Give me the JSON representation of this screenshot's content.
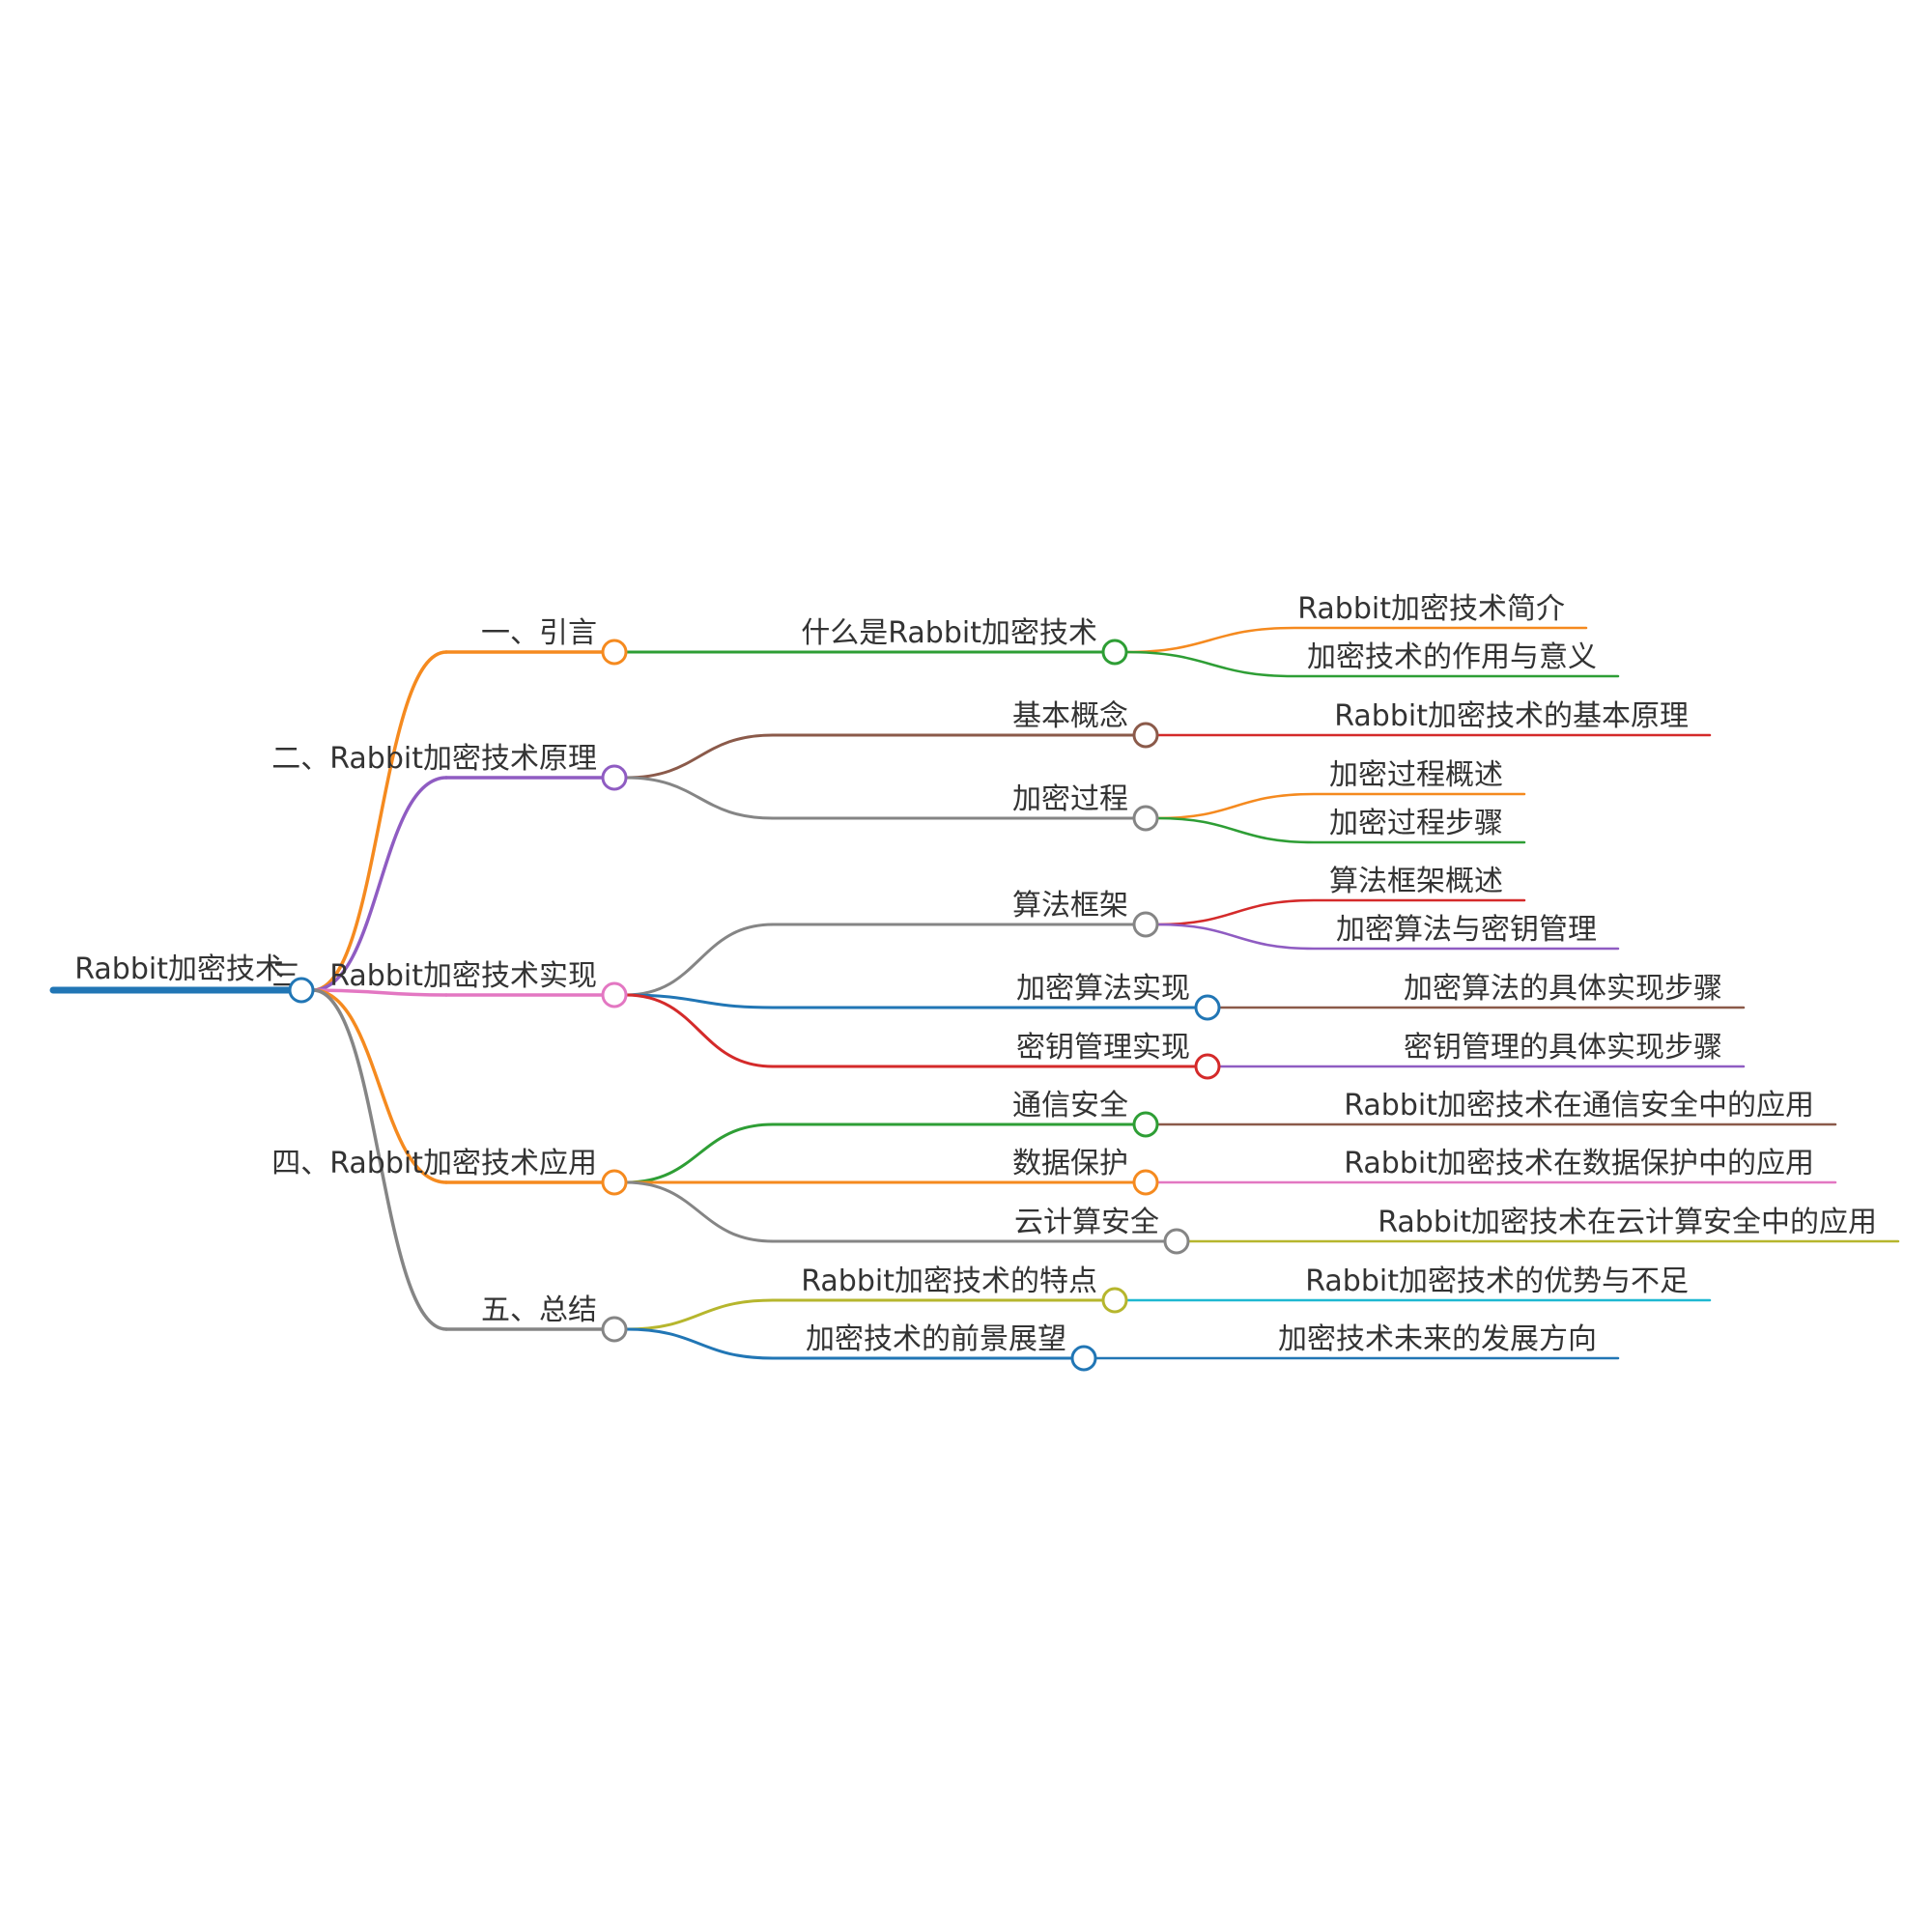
{
  "colors": {
    "orange": "#f58a1f",
    "green": "#2e9e35",
    "purple": "#8f5cc2",
    "brown": "#8b5a4a",
    "gray": "#858585",
    "red": "#d42a2a",
    "blue": "#2176b5",
    "pink": "#e377c2",
    "olive": "#b6b62d",
    "cyan": "#1fb8d1",
    "root": "#2176b5",
    "text": "#333333"
  },
  "mindmap": {
    "root": "Rabbit加密技术",
    "branches": [
      {
        "label": "一、引言",
        "color": "orange",
        "children": [
          {
            "label": "什么是Rabbit加密技术",
            "color": "green",
            "children": [
              {
                "label": "Rabbit加密技术简介",
                "color": "orange"
              },
              {
                "label": "加密技术的作用与意义",
                "color": "green"
              }
            ]
          }
        ]
      },
      {
        "label": "二、Rabbit加密技术原理",
        "color": "purple",
        "children": [
          {
            "label": "基本概念",
            "color": "brown",
            "children": [
              {
                "label": "Rabbit加密技术的基本原理",
                "color": "red"
              }
            ]
          },
          {
            "label": "加密过程",
            "color": "gray",
            "children": [
              {
                "label": "加密过程概述",
                "color": "orange"
              },
              {
                "label": "加密过程步骤",
                "color": "green"
              }
            ]
          }
        ]
      },
      {
        "label": "三、Rabbit加密技术实现",
        "color": "pink",
        "children": [
          {
            "label": "算法框架",
            "color": "gray",
            "children": [
              {
                "label": "算法框架概述",
                "color": "red"
              },
              {
                "label": "加密算法与密钥管理",
                "color": "purple"
              }
            ]
          },
          {
            "label": "加密算法实现",
            "color": "blue",
            "children": [
              {
                "label": "加密算法的具体实现步骤",
                "color": "brown"
              }
            ]
          },
          {
            "label": "密钥管理实现",
            "color": "red",
            "children": [
              {
                "label": "密钥管理的具体实现步骤",
                "color": "purple"
              }
            ]
          }
        ]
      },
      {
        "label": "四、Rabbit加密技术应用",
        "color": "orange",
        "children": [
          {
            "label": "通信安全",
            "color": "green",
            "children": [
              {
                "label": "Rabbit加密技术在通信安全中的应用",
                "color": "brown"
              }
            ]
          },
          {
            "label": "数据保护",
            "color": "orange",
            "children": [
              {
                "label": "Rabbit加密技术在数据保护中的应用",
                "color": "pink"
              }
            ]
          },
          {
            "label": "云计算安全",
            "color": "gray",
            "children": [
              {
                "label": "Rabbit加密技术在云计算安全中的应用",
                "color": "olive"
              }
            ]
          }
        ]
      },
      {
        "label": "五、总结",
        "color": "gray",
        "children": [
          {
            "label": "Rabbit加密技术的特点",
            "color": "olive",
            "children": [
              {
                "label": "Rabbit加密技术的优势与不足",
                "color": "cyan"
              }
            ]
          },
          {
            "label": "加密技术的前景展望",
            "color": "blue",
            "children": [
              {
                "label": "加密技术未来的发展方向",
                "color": "blue"
              }
            ]
          }
        ]
      }
    ]
  }
}
